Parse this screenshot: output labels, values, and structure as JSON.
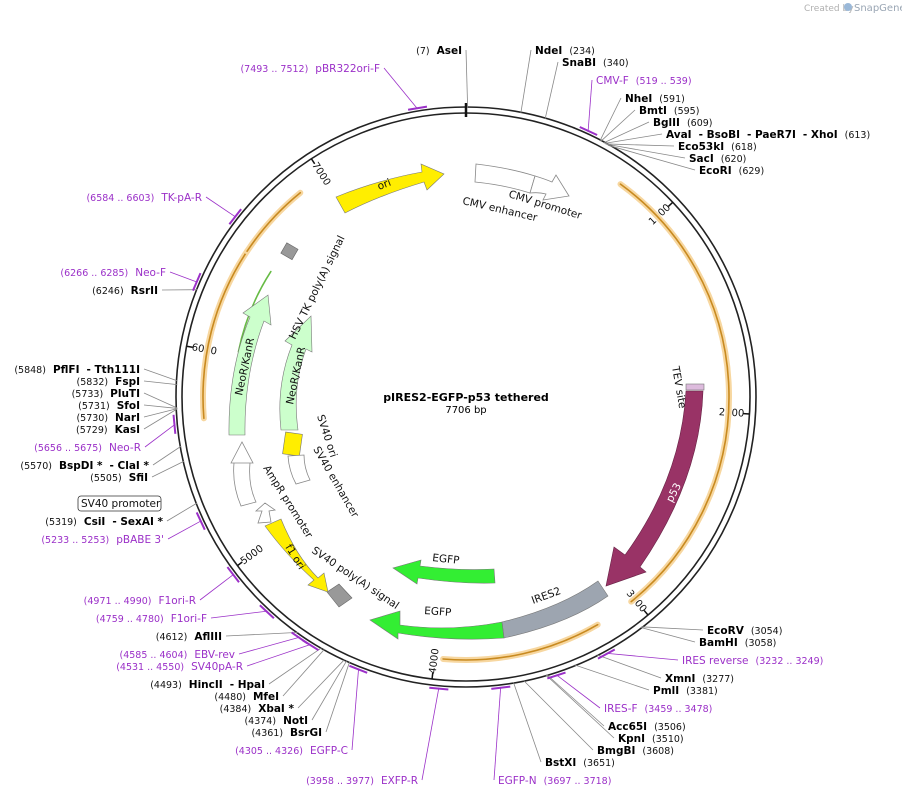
{
  "branding": {
    "created_by": "Created by",
    "product": "SnapGene"
  },
  "plasmid": {
    "name": "pIRES2-EGFP-p53 tethered",
    "length_label": "7706 bp",
    "length": 7706
  },
  "ticks": [
    {
      "pos": 1000,
      "label": "1000"
    },
    {
      "pos": 2000,
      "label": "2000"
    },
    {
      "pos": 3000,
      "label": "3000"
    },
    {
      "pos": 4000,
      "label": "4000"
    },
    {
      "pos": 5000,
      "label": "5000"
    },
    {
      "pos": 6000,
      "label": "6000"
    },
    {
      "pos": 7000,
      "label": "7000"
    }
  ],
  "sites": [
    {
      "id": "asei",
      "parts": [
        {
          "pos": "(7)"
        },
        {
          "name": "AseI"
        }
      ],
      "bp": 7
    },
    {
      "id": "ndei",
      "parts": [
        {
          "name": "NdeI"
        },
        {
          "pos": "(234)"
        }
      ],
      "bp": 234
    },
    {
      "id": "snabi",
      "parts": [
        {
          "name": "SnaBI"
        },
        {
          "pos": "(340)"
        }
      ],
      "bp": 340
    },
    {
      "id": "nhei",
      "parts": [
        {
          "name": "NheI"
        },
        {
          "pos": "(591)"
        }
      ],
      "bp": 591
    },
    {
      "id": "bmti",
      "parts": [
        {
          "name": "BmtI"
        },
        {
          "pos": "(595)"
        }
      ],
      "bp": 595
    },
    {
      "id": "bglii",
      "parts": [
        {
          "name": "BglII"
        },
        {
          "pos": "(609)"
        }
      ],
      "bp": 609
    },
    {
      "id": "avai",
      "parts": [
        {
          "name": "AvaI"
        },
        {
          "name": "- BsoBI"
        },
        {
          "name": "- PaeR7I"
        },
        {
          "name": "- XhoI"
        },
        {
          "pos": "(613)"
        }
      ],
      "bp": 613
    },
    {
      "id": "eco53ki",
      "parts": [
        {
          "name": "Eco53kI"
        },
        {
          "pos": "(618)"
        }
      ],
      "bp": 618
    },
    {
      "id": "saci",
      "parts": [
        {
          "name": "SacI"
        },
        {
          "pos": "(620)"
        }
      ],
      "bp": 620
    },
    {
      "id": "ecori",
      "parts": [
        {
          "name": "EcoRI"
        },
        {
          "pos": "(629)"
        }
      ],
      "bp": 629
    },
    {
      "id": "ecorv",
      "parts": [
        {
          "name": "EcoRV"
        },
        {
          "pos": "(3054)"
        }
      ],
      "bp": 3054
    },
    {
      "id": "bamhi",
      "parts": [
        {
          "name": "BamHI"
        },
        {
          "pos": "(3058)"
        }
      ],
      "bp": 3058
    },
    {
      "id": "xmni",
      "parts": [
        {
          "name": "XmnI"
        },
        {
          "pos": "(3277)"
        }
      ],
      "bp": 3277
    },
    {
      "id": "pmli",
      "parts": [
        {
          "name": "PmlI"
        },
        {
          "pos": "(3381)"
        }
      ],
      "bp": 3381
    },
    {
      "id": "acc65i",
      "parts": [
        {
          "name": "Acc65I"
        },
        {
          "pos": "(3506)"
        }
      ],
      "bp": 3506
    },
    {
      "id": "kpni",
      "parts": [
        {
          "name": "KpnI"
        },
        {
          "pos": "(3510)"
        }
      ],
      "bp": 3510
    },
    {
      "id": "bmgbi",
      "parts": [
        {
          "name": "BmgBI"
        },
        {
          "pos": "(3608)"
        }
      ],
      "bp": 3608
    },
    {
      "id": "bstxi",
      "parts": [
        {
          "name": "BstXI"
        },
        {
          "pos": "(3651)"
        }
      ],
      "bp": 3651
    },
    {
      "id": "bsrgi",
      "parts": [
        {
          "pos": "(4361)"
        },
        {
          "name": "BsrGI"
        }
      ],
      "bp": 4361
    },
    {
      "id": "noti",
      "parts": [
        {
          "pos": "(4374)"
        },
        {
          "name": "NotI"
        }
      ],
      "bp": 4374
    },
    {
      "id": "xbai",
      "parts": [
        {
          "pos": "(4384)"
        },
        {
          "name": "XbaI *"
        }
      ],
      "bp": 4384
    },
    {
      "id": "mfei",
      "parts": [
        {
          "pos": "(4480)"
        },
        {
          "name": "MfeI"
        }
      ],
      "bp": 4480
    },
    {
      "id": "hincii",
      "parts": [
        {
          "pos": "(4493)"
        },
        {
          "name": "HincII"
        },
        {
          "name": "- HpaI"
        }
      ],
      "bp": 4493
    },
    {
      "id": "afliii",
      "parts": [
        {
          "pos": "(4612)"
        },
        {
          "name": "AflIII"
        }
      ],
      "bp": 4612
    },
    {
      "id": "csii",
      "parts": [
        {
          "pos": "(5319)"
        },
        {
          "name": "CsiI"
        },
        {
          "name": "- SexAI *"
        }
      ],
      "bp": 5319
    },
    {
      "id": "sfii",
      "parts": [
        {
          "pos": "(5505)"
        },
        {
          "name": "SfiI"
        }
      ],
      "bp": 5505
    },
    {
      "id": "bspdi",
      "parts": [
        {
          "pos": "(5570)"
        },
        {
          "name": "BspDI *"
        },
        {
          "name": "- ClaI *"
        }
      ],
      "bp": 5570
    },
    {
      "id": "kasi",
      "parts": [
        {
          "pos": "(5729)"
        },
        {
          "name": "KasI"
        }
      ],
      "bp": 5729
    },
    {
      "id": "nari",
      "parts": [
        {
          "pos": "(5730)"
        },
        {
          "name": "NarI"
        }
      ],
      "bp": 5730
    },
    {
      "id": "sfoi",
      "parts": [
        {
          "pos": "(5731)"
        },
        {
          "name": "SfoI"
        }
      ],
      "bp": 5731
    },
    {
      "id": "pluti",
      "parts": [
        {
          "pos": "(5733)"
        },
        {
          "name": "PluTI"
        }
      ],
      "bp": 5733
    },
    {
      "id": "fspi",
      "parts": [
        {
          "pos": "(5832)"
        },
        {
          "name": "FspI"
        }
      ],
      "bp": 5832
    },
    {
      "id": "pflfi",
      "parts": [
        {
          "pos": "(5848)"
        },
        {
          "name": "PflFI"
        },
        {
          "name": "- Tth111I"
        }
      ],
      "bp": 5848
    },
    {
      "id": "rsrii",
      "parts": [
        {
          "pos": "(6246)"
        },
        {
          "name": "RsrII"
        }
      ],
      "bp": 6246
    }
  ],
  "primers": [
    {
      "id": "pbr322ori-f",
      "parts": [
        {
          "pos": "(7493 .. 7512)"
        },
        {
          "name": "pBR322ori-F"
        }
      ],
      "bp": 7502
    },
    {
      "id": "cmv-f",
      "parts": [
        {
          "name": "CMV-F"
        },
        {
          "pos": "(519 .. 539)"
        }
      ],
      "bp": 529
    },
    {
      "id": "tk-pa-r",
      "parts": [
        {
          "pos": "(6584 .. 6603)"
        },
        {
          "name": "TK-pA-R"
        }
      ],
      "bp": 6593
    },
    {
      "id": "neo-f",
      "parts": [
        {
          "pos": "(6266 .. 6285)"
        },
        {
          "name": "Neo-F"
        }
      ],
      "bp": 6275
    },
    {
      "id": "neo-r",
      "parts": [
        {
          "pos": "(5656 .. 5675)"
        },
        {
          "name": "Neo-R"
        }
      ],
      "bp": 5665
    },
    {
      "id": "pbabe3",
      "parts": [
        {
          "pos": "(5233 .. 5253)"
        },
        {
          "name": "pBABE 3'"
        }
      ],
      "bp": 5243
    },
    {
      "id": "f1ori-r",
      "parts": [
        {
          "pos": "(4971 .. 4990)"
        },
        {
          "name": "F1ori-R"
        }
      ],
      "bp": 4980
    },
    {
      "id": "f1ori-f",
      "parts": [
        {
          "pos": "(4759 .. 4780)"
        },
        {
          "name": "F1ori-F"
        }
      ],
      "bp": 4770
    },
    {
      "id": "ebv-rev",
      "parts": [
        {
          "pos": "(4585 .. 4604)"
        },
        {
          "name": "EBV-rev"
        }
      ],
      "bp": 4595
    },
    {
      "id": "sv40pa-r",
      "parts": [
        {
          "pos": "(4531 .. 4550)"
        },
        {
          "name": "SV40pA-R"
        }
      ],
      "bp": 4540
    },
    {
      "id": "egfp-c",
      "parts": [
        {
          "pos": "(4305 .. 4326)"
        },
        {
          "name": "EGFP-C"
        }
      ],
      "bp": 4315
    },
    {
      "id": "exfp-r",
      "parts": [
        {
          "pos": "(3958 .. 3977)"
        },
        {
          "name": "EXFP-R"
        }
      ],
      "bp": 3967
    },
    {
      "id": "egfp-n",
      "parts": [
        {
          "name": "EGFP-N"
        },
        {
          "pos": "(3697 .. 3718)"
        }
      ],
      "bp": 3707
    },
    {
      "id": "ires-f",
      "parts": [
        {
          "name": "IRES-F"
        },
        {
          "pos": "(3459 .. 3478)"
        }
      ],
      "bp": 3468
    },
    {
      "id": "ires-reverse",
      "parts": [
        {
          "name": "IRES reverse"
        },
        {
          "pos": "(3232 .. 3249)"
        }
      ],
      "bp": 3240
    }
  ],
  "features": {
    "ori": "ori",
    "cmv_promoter": "CMV promoter",
    "cmv_enhancer": "CMV enhancer",
    "tev_site": "TEV site",
    "p53": "p53",
    "ires2": "IRES2",
    "egfp_inner": "EGFP",
    "egfp_outer": "EGFP",
    "sv40_polya": "SV40 poly(A) signal",
    "f1_ori": "f1 ori",
    "ampr_promoter": "AmpR promoter",
    "sv40_promoter": "SV40 promoter",
    "sv40_enhancer": "SV40 enhancer",
    "sv40_ori": "SV40 ori",
    "neokanr_inner": "NeoR/KanR",
    "neokanr_outer": "NeoR/KanR",
    "hsv_tk_polya": "HSV TK poly(A) signal"
  },
  "colors": {
    "backbone": "#222222",
    "orf": "#f0a830",
    "primer": "#9b30c8",
    "ori": "#ffee00",
    "p53": "#993366",
    "egfp": "#33ee33",
    "neo": "#ccffcc",
    "ires": "#9da5b0",
    "gray": "#999999",
    "white": "#ffffff",
    "leader": "#888888"
  }
}
